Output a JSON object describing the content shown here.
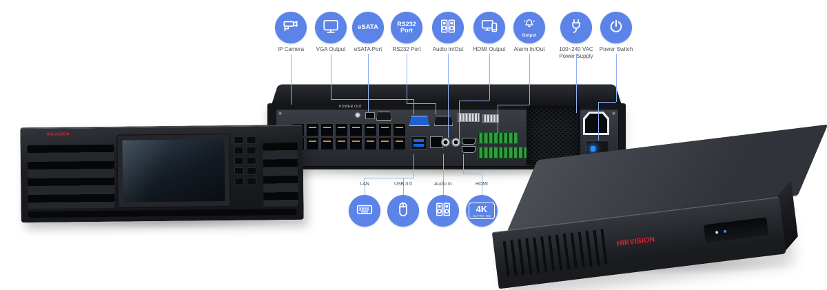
{
  "colors": {
    "accent_blue": "#5b83e8",
    "line_blue": "#8fb0f5",
    "label_gray": "#4a4f58",
    "hikvision_red": "#d9242c",
    "terminal_green": "#2f9e3f"
  },
  "top_callouts": [
    {
      "icon": "cctv-camera-icon",
      "label": "IP Camera"
    },
    {
      "icon": "monitor-icon",
      "label": "VGA Output"
    },
    {
      "icon": "esata-text-icon",
      "icon_text": "eSATA",
      "label": "eSATA Port"
    },
    {
      "icon": "rs232-text-icon",
      "icon_text": "RS232 Port",
      "label": "RS232 Port"
    },
    {
      "icon": "speakers-icon",
      "label": "Audio In/Out"
    },
    {
      "icon": "dual-display-icon",
      "label": "HDMI Output"
    },
    {
      "icon": "alarm-bell-icon",
      "icon_text": "Output",
      "label": "Alarm In/Out"
    },
    {
      "icon": "power-plug-icon",
      "label": "100~240 VAC Power Supply"
    },
    {
      "icon": "power-switch-icon",
      "label": "Power Switch"
    }
  ],
  "bottom_callouts": [
    {
      "icon": "keyboard-icon"
    },
    {
      "icon": "mouse-icon"
    },
    {
      "icon": "speakers-icon"
    },
    {
      "icon": "4k-uhd-icon",
      "icon_text": "4K",
      "icon_subtext": "ULTRA HD"
    }
  ],
  "port_labels": [
    "LAN",
    "USB 3.0",
    "Audio In",
    "HDMI"
  ],
  "rear_panel": {
    "silkscreen_power_out": "POWER OUT"
  },
  "devices": {
    "front_nvr": {
      "brand": "HIKVISION"
    },
    "small_nvr": {
      "brand": "HIKVISION"
    }
  }
}
